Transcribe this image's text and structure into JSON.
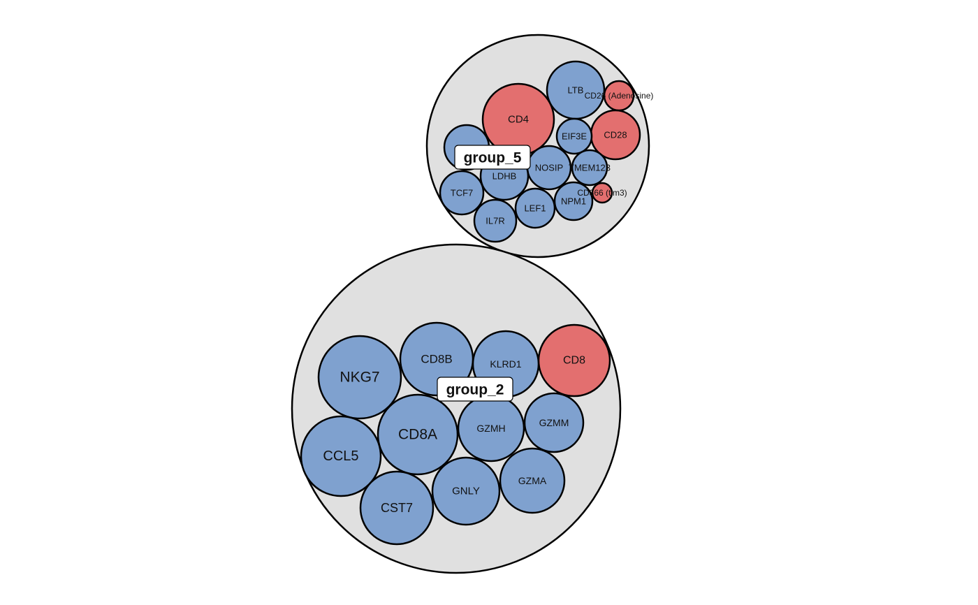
{
  "colors": {
    "group_fill": "#e0e0e0",
    "blue": "#7fa1cf",
    "red": "#e36f6f",
    "stroke": "#000000",
    "label_bg": "#ffffff"
  },
  "groups": [
    {
      "label": "group_5",
      "nodes": [
        {
          "label": "CD4",
          "color": "red"
        },
        {
          "label": "LTB",
          "color": "blue"
        },
        {
          "label": "CD26 (Adenosine)",
          "color": "red"
        },
        {
          "label": "CD28",
          "color": "red"
        },
        {
          "label": "EIF3E",
          "color": "blue"
        },
        {
          "label": "",
          "color": "blue"
        },
        {
          "label": "NOSIP",
          "color": "blue"
        },
        {
          "label": "TMEM123",
          "color": "blue"
        },
        {
          "label": "LDHB",
          "color": "blue"
        },
        {
          "label": "TCF7",
          "color": "blue"
        },
        {
          "label": "IL7R",
          "color": "blue"
        },
        {
          "label": "LEF1",
          "color": "blue"
        },
        {
          "label": "NPM1",
          "color": "blue"
        },
        {
          "label": "CD366 (tim3)",
          "color": "red"
        }
      ]
    },
    {
      "label": "group_2",
      "nodes": [
        {
          "label": "NKG7",
          "color": "blue"
        },
        {
          "label": "CD8B",
          "color": "blue"
        },
        {
          "label": "KLRD1",
          "color": "blue"
        },
        {
          "label": "CD8",
          "color": "red"
        },
        {
          "label": "CD8A",
          "color": "blue"
        },
        {
          "label": "GZMH",
          "color": "blue"
        },
        {
          "label": "GZMM",
          "color": "blue"
        },
        {
          "label": "CCL5",
          "color": "blue"
        },
        {
          "label": "CST7",
          "color": "blue"
        },
        {
          "label": "GNLY",
          "color": "blue"
        },
        {
          "label": "GZMA",
          "color": "blue"
        }
      ]
    }
  ]
}
